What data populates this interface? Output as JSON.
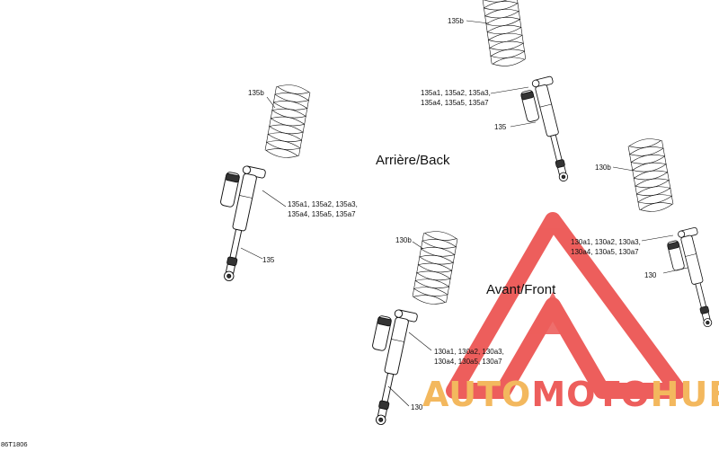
{
  "sections": {
    "back": "Arrière/Back",
    "front": "Avant/Front"
  },
  "labels": {
    "spring_back_top": "135b",
    "spring_back_left": "135b",
    "spring_front_right": "130b",
    "spring_front_center": "130b",
    "shock_back": "135",
    "shock_back_left": "135",
    "shock_front_right": "130",
    "shock_front_bottom": "130",
    "kit_back_right_line1": "135a1, 135a2, 135a3,",
    "kit_back_right_line2": "135a4, 135a5, 135a7",
    "kit_back_left_line1": "135a1, 135a2, 135a3,",
    "kit_back_left_line2": "135a4, 135a5, 135a7",
    "kit_front_right_line1": "130a1, 130a2, 130a3,",
    "kit_front_right_line2": "130a4, 130a5, 130a7",
    "kit_front_bottom_line1": "130a1, 130a2, 130a3,",
    "kit_front_bottom_line2": "130a4, 130a5, 130a7"
  },
  "drawing_ref": "86T1806",
  "watermark": {
    "part1": "AUTO",
    "part2": "MOTO",
    "part3": "HUB",
    "color_primary": "#e8322f",
    "color_secondary": "#f0a531"
  }
}
